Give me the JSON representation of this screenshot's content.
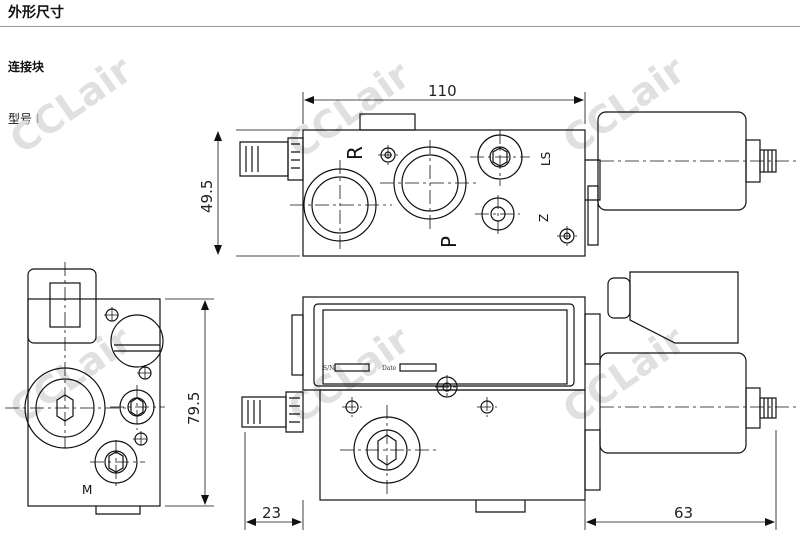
{
  "header": {
    "title": "外形尺寸",
    "subtitle": "连接块",
    "model": "型号 I"
  },
  "dimensions": {
    "width_top": "110",
    "height_top": "49.5",
    "height_side": "79.5",
    "left_offset": "23",
    "right_offset": "63"
  },
  "port_labels": {
    "r": "R",
    "p": "P",
    "ls": "LS",
    "z": "Z",
    "m": "M"
  },
  "nameplate": {
    "sn": "S/N",
    "date": "Date"
  },
  "watermark": "CCLair"
}
